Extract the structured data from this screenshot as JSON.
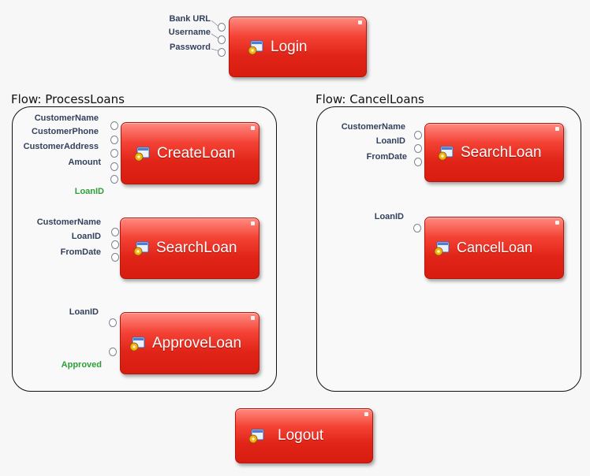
{
  "login": {
    "label": "Login",
    "params": [
      "Bank URL",
      "Username",
      "Password"
    ]
  },
  "logout": {
    "label": "Logout"
  },
  "process_flow": {
    "title": "Flow: ProcessLoans",
    "create": {
      "label": "CreateLoan",
      "params": [
        "CustomerName",
        "CustomerPhone",
        "CustomerAddress",
        "Amount"
      ],
      "output": "LoanID"
    },
    "search": {
      "label": "SearchLoan",
      "params": [
        "CustomerName",
        "LoanID",
        "FromDate"
      ]
    },
    "approve": {
      "label": "ApproveLoan",
      "params": [
        "LoanID"
      ],
      "output": "Approved"
    }
  },
  "cancel_flow": {
    "title": "Flow: CancelLoans",
    "search": {
      "label": "SearchLoan",
      "params": [
        "CustomerName",
        "LoanID",
        "FromDate"
      ]
    },
    "cancel": {
      "label": "CancelLoan",
      "params": [
        "LoanID"
      ]
    }
  },
  "colors": {
    "box_red": "#e53224",
    "param_text": "#33415c",
    "output_text": "#2e9e3a"
  },
  "icons": {
    "action_icon": "window-gear-icon"
  }
}
